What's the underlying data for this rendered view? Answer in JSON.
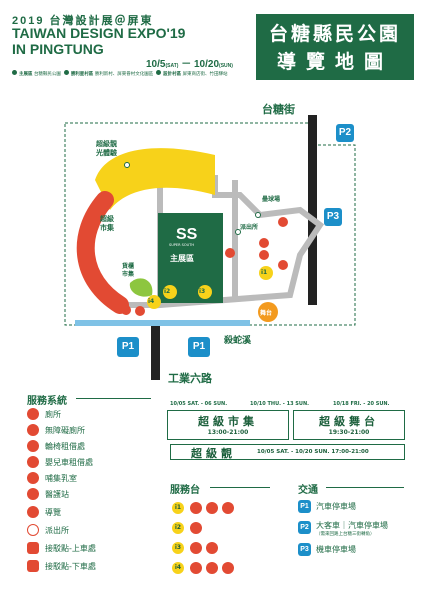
{
  "header": {
    "line1": "2019 台灣設計展＠屏東",
    "line2": "TAIWAN DESIGN EXPO'19",
    "line3": "IN PINGTUNG",
    "date_start": "10/5",
    "date_start_day": "(SAT)",
    "date_sep": "－",
    "date_end": "10/20",
    "date_end_day": "(SUN)",
    "zones": [
      {
        "label": "主展區",
        "desc": "台糖縣民公園"
      },
      {
        "label": "勝利星村區",
        "desc": "勝利新村、屏東眷村文化園區"
      },
      {
        "label": "設計村區",
        "desc": "屏東商店街、竹田驛站"
      }
    ],
    "title1": "台糖縣民公園",
    "title2": "導覽地圖"
  },
  "map": {
    "street_top": "台糖街",
    "street_bottom": "工業六路",
    "river": "殺蛇溪",
    "area_super_light": "超級靚\n光體驗",
    "area_super_market": "超級\n市集",
    "main_area": "主展區",
    "main_area_logo": "SUPER SOUTH",
    "cargo_market": "貨櫃\n市集",
    "police": "派出所",
    "baseball": "壘球場",
    "stage": "舞台",
    "parking": [
      "P1",
      "P1",
      "P2",
      "P3"
    ],
    "info_points": [
      "i1",
      "i2",
      "i3",
      "i4"
    ]
  },
  "services": {
    "title": "服務系統",
    "items": [
      {
        "icon": "toilet-icon",
        "label": "廁所"
      },
      {
        "icon": "accessible-toilet-icon",
        "label": "無障礙廁所"
      },
      {
        "icon": "wheelchair-icon",
        "label": "輪椅租借處"
      },
      {
        "icon": "stroller-icon",
        "label": "嬰兒車租借處"
      },
      {
        "icon": "nursing-room-icon",
        "label": "哺集乳室"
      },
      {
        "icon": "medical-icon",
        "label": "醫護站"
      },
      {
        "icon": "guide-icon",
        "label": "導覽"
      },
      {
        "icon": "police-icon",
        "label": "派出所"
      },
      {
        "icon": "shuttle-pickup-icon",
        "label": "接駁點-上車處"
      },
      {
        "icon": "shuttle-dropoff-icon",
        "label": "接駁點-下車處"
      }
    ]
  },
  "schedule": {
    "periods": [
      {
        "date": "10/05 SAT. - 06 SUN."
      },
      {
        "date": "10/10 THU. - 13 SUN."
      },
      {
        "date": "10/18 FRI. - 20 SUN."
      }
    ],
    "market_title": "超級市集",
    "market_time": "13:00-21:00",
    "stage_title": "超級舞台",
    "stage_time": "19:30-21:00",
    "light_title": "超級靚",
    "light_time": "10/05 SAT. - 10/20 SUN.  17:00-21:00"
  },
  "service_desk": {
    "title": "服務台",
    "rows": [
      "i1",
      "i2",
      "i3",
      "i4"
    ]
  },
  "transport": {
    "title": "交通",
    "items": [
      {
        "badge": "P1",
        "label": "汽車停車場",
        "note": ""
      },
      {
        "badge": "P2",
        "label": "大客車｜汽車停車場",
        "note": "（需來回路上台糖三街轉角）"
      },
      {
        "badge": "P3",
        "label": "機車停車場",
        "note": ""
      }
    ]
  },
  "colors": {
    "brand_green": "#1f6b45",
    "red": "#e24a33",
    "yellow": "#f7d21a",
    "orange": "#f39a1e",
    "blue": "#1c8fc9",
    "lime": "#8dc63f"
  }
}
